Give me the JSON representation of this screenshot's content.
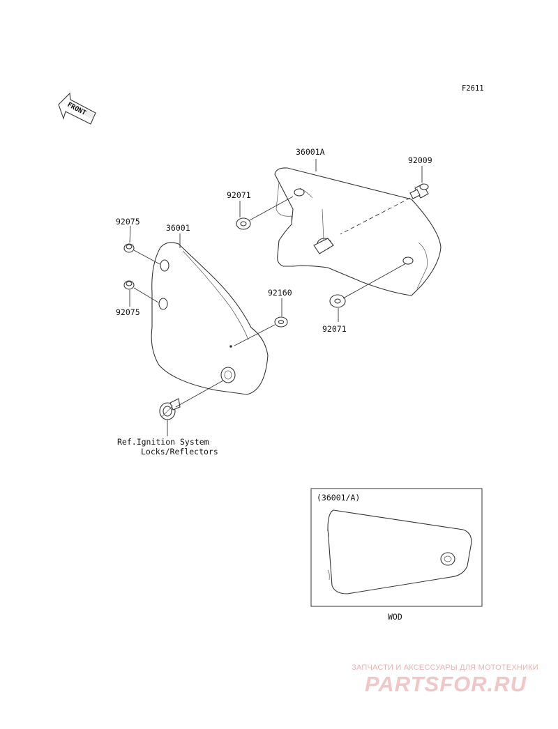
{
  "figure_code": "F2611",
  "front_label": "FRONT",
  "callouts": {
    "p36001A": "36001A",
    "p92009": "92009",
    "p92071_top": "92071",
    "p92071_bottom": "92071",
    "p92075_top": "92075",
    "p92075_bottom": "92075",
    "p36001": "36001",
    "p92160": "92160"
  },
  "reference_note": {
    "line1": "Ref.Ignition System",
    "line2": "Locks/Reflectors"
  },
  "inset": {
    "title": "(36001/A)",
    "caption": "WOD"
  },
  "watermark": {
    "text": "ЗАПЧАСТИ И АКСЕССУАРЫ ДЛЯ МОТОТЕХНИКИ",
    "logo": "PARTSFOR.RU",
    "color": "#f1c6c6"
  }
}
